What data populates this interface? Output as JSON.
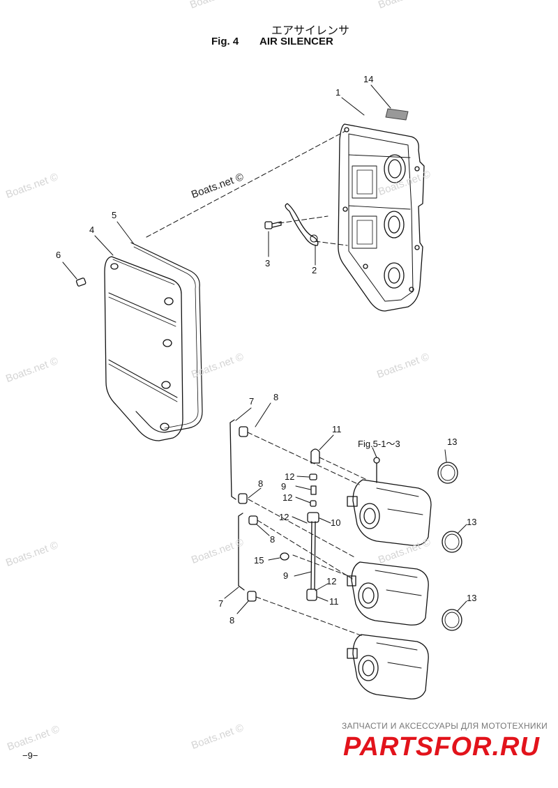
{
  "header": {
    "title_jp": "エアサイレンサ",
    "fig_label": "Fig. 4",
    "title_en": "AIR SILENCER"
  },
  "watermark": "Boats.net ©",
  "callouts": {
    "c1": "1",
    "c2": "2",
    "c3": "3",
    "c4": "4",
    "c5": "5",
    "c6": "6",
    "c7a": "7",
    "c7b": "7",
    "c8a": "8",
    "c8b": "8",
    "c8c": "8",
    "c8d": "8",
    "c9a": "9",
    "c9b": "9",
    "c10": "10",
    "c11a": "11",
    "c11b": "11",
    "c12a": "12",
    "c12b": "12",
    "c12c": "12",
    "c12d": "12",
    "c13a": "13",
    "c13b": "13",
    "c13c": "13",
    "c14": "14",
    "c15": "15"
  },
  "figure_reference": "Fig.5-1～3",
  "page_number": "−9−",
  "ad": {
    "tagline": "ЗАПЧАСТИ И АКСЕССУАРЫ ДЛЯ МОТОТЕХНИКИ",
    "logo": "PARTSFOR.RU"
  }
}
